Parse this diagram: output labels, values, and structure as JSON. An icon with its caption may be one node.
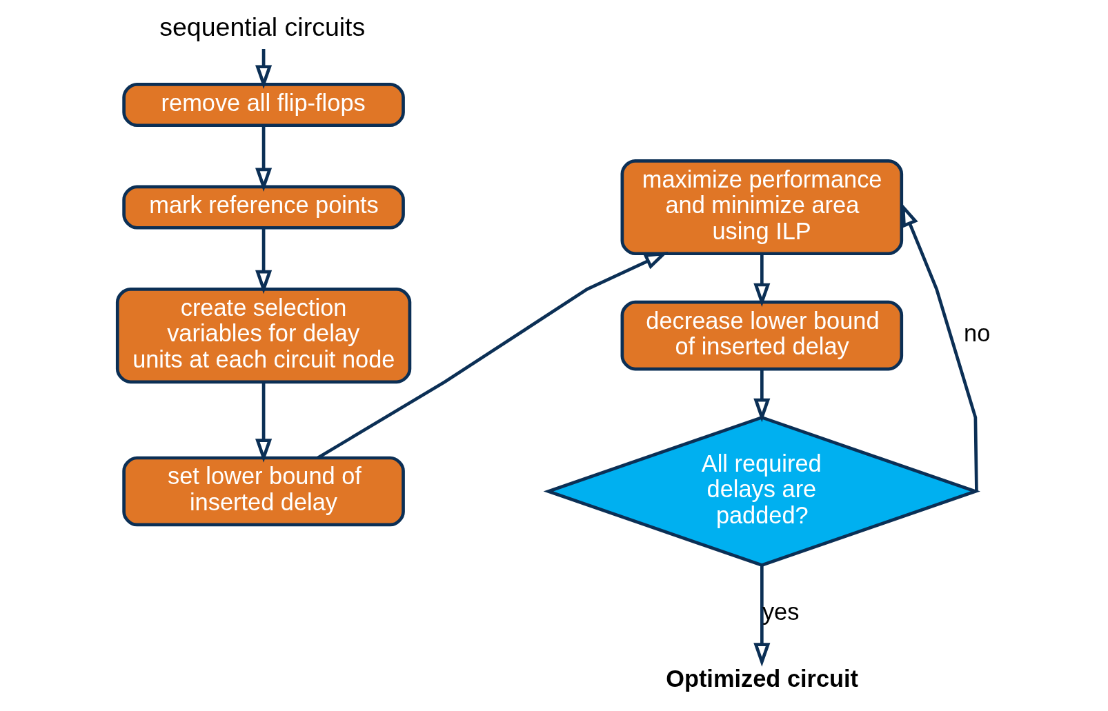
{
  "diagram": {
    "nodes": [
      {
        "text": [
          "sequential circuits"
        ]
      },
      {
        "text": [
          "remove all flip-flops"
        ]
      },
      {
        "text": [
          "mark reference points"
        ]
      },
      {
        "text": [
          "create selection variables for delay units at each circuit node"
        ]
      },
      {
        "text": [
          "set lower bound of inserted delay"
        ]
      },
      {
        "text": [
          "maximize performance and minimize area using ILP"
        ]
      },
      {
        "text": [
          "decrease lower bound of inserted delay"
        ]
      },
      {
        "text": [
          "All required delays are padded?"
        ]
      },
      {
        "text": [
          "Optimized circuit"
        ]
      }
    ],
    "edges": [
      {
        "from": 0,
        "to": 1,
        "arrow": "to"
      },
      {
        "from": 1,
        "to": 2,
        "arrow": "to"
      },
      {
        "from": 2,
        "to": 3,
        "arrow": "to"
      },
      {
        "from": 3,
        "to": 4,
        "arrow": "to"
      },
      {
        "from": 4,
        "to": 5,
        "arrow": "to"
      },
      {
        "from": 5,
        "to": 6,
        "arrow": "to"
      },
      {
        "from": 6,
        "to": 7,
        "arrow": "to"
      },
      {
        "from": 7,
        "to": 5,
        "arrow": "to",
        "label": "no"
      },
      {
        "from": 7,
        "to": 8,
        "arrow": "to",
        "label": "yes"
      }
    ]
  }
}
